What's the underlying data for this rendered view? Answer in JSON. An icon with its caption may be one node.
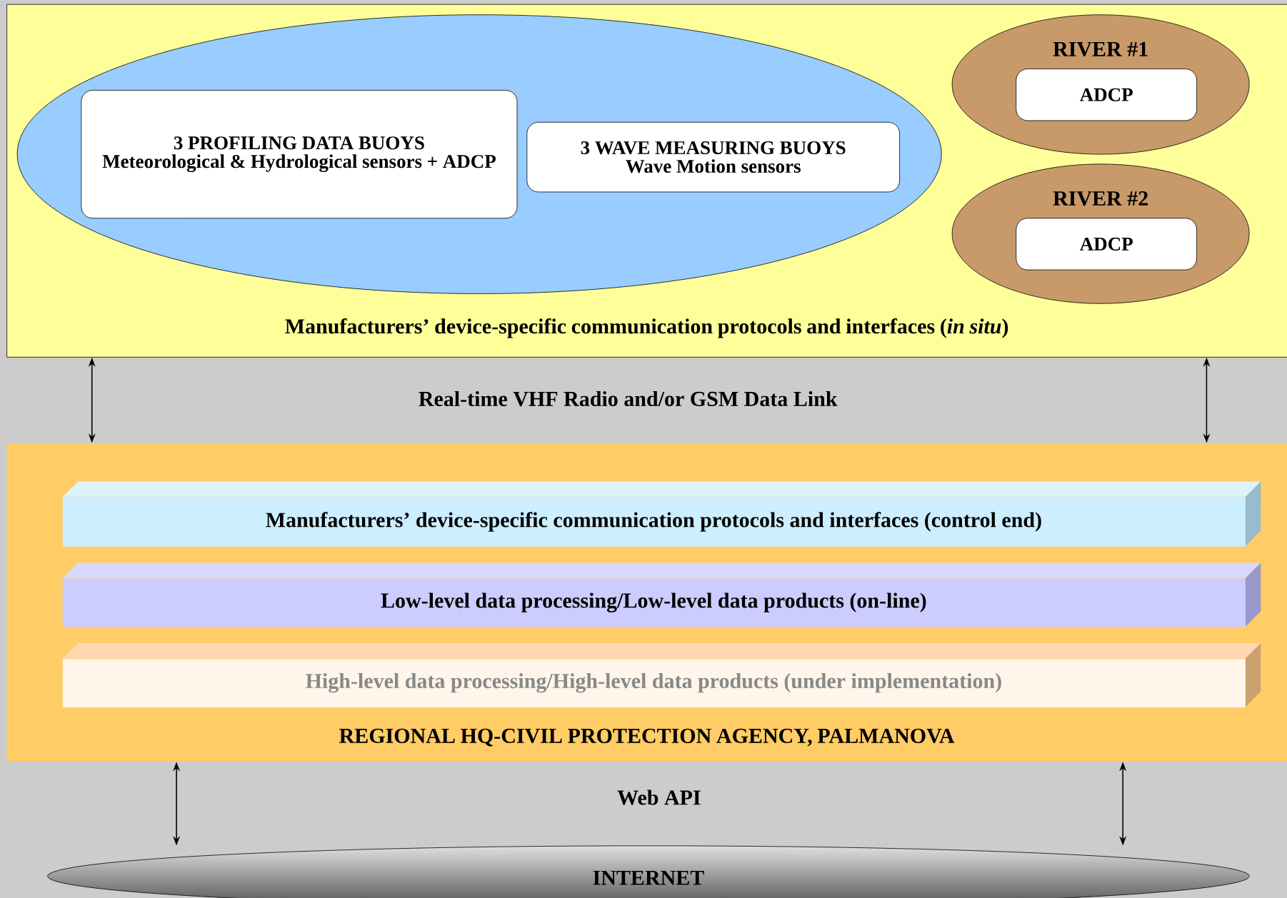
{
  "diagram": {
    "nodes": [
      {
        "text": [
          "Manufacturers’ device-specific communication protocols and interfaces (*in situ*)"
        ]
      },
      {
        "text": [],
        "shape": "ellipse",
        "in": 0
      },
      {
        "text": [
          "3 PROFILING DATA BUOYS",
          "Meteorological & Hydrological sensors + ADCP"
        ],
        "in": 1
      },
      {
        "text": [
          "3 WAVE MEASURING BUOYS",
          "Wave Motion sensors"
        ],
        "in": 1
      },
      {
        "text": [
          "RIVER #1"
        ],
        "in": 0
      },
      {
        "text": [
          "ADCP"
        ],
        "in": 4
      },
      {
        "text": [
          "RIVER #2"
        ],
        "in": 0
      },
      {
        "text": [
          "ADCP"
        ],
        "in": 6
      },
      {
        "text": [
          "REGIONAL HQ-CIVIL PROTECTION AGENCY, PALMANOVA"
        ]
      },
      {
        "text": [
          "Manufacturers’ device-specific communication protocols and interfaces (control end)"
        ],
        "in": 8
      },
      {
        "text": [
          "Low-level data processing/Low-level data products (on-line)"
        ],
        "in": 8
      },
      {
        "text": [
          "High-level data processing/High-level data products (under implementation)"
        ],
        "in": 8
      },
      {
        "text": [
          "INTERNET"
        ]
      }
    ],
    "edges": [
      {
        "from": 0,
        "to": 8,
        "arrow": "both"
      },
      {
        "from": 0,
        "to": 8,
        "arrow": "both"
      },
      {
        "from": 8,
        "to": 12,
        "arrow": "both"
      },
      {
        "from": 8,
        "to": 12,
        "arrow": "both"
      }
    ],
    "labels": [
      "Real-time VHF Radio and/or GSM Data Link",
      "Web API"
    ]
  }
}
